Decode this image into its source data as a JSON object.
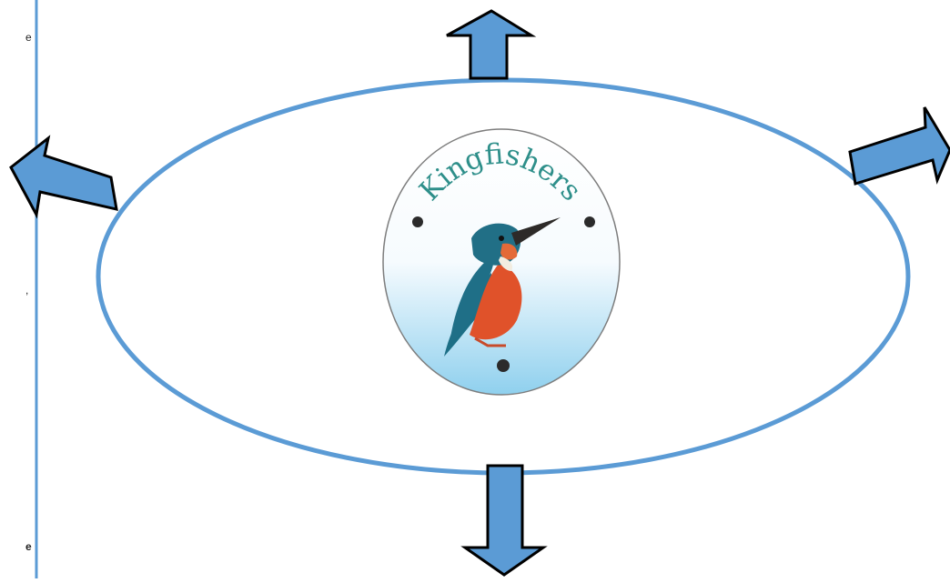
{
  "left_margin_fragments": [
    {
      "text": "e"
    },
    {
      "text": ","
    },
    {
      "text": "e"
    }
  ],
  "logo": {
    "title": "Kingfishers"
  },
  "colors": {
    "outline_blue": "#5b9bd5",
    "arrow_fill": "#5b9bd5",
    "arrow_stroke": "#000000",
    "logo_text": "#2e8f8a",
    "bird_orange": "#e0522a",
    "bird_teal": "#1f6f87"
  }
}
